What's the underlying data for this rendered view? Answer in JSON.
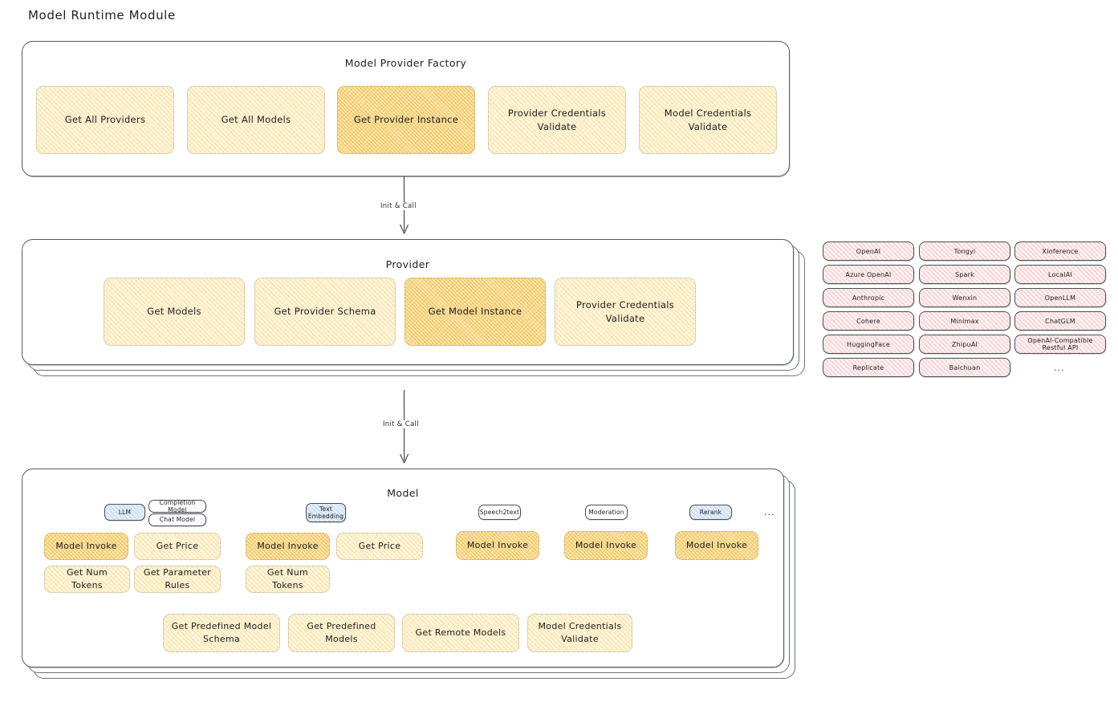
{
  "page": {
    "title": "Model Runtime Module"
  },
  "factory": {
    "title": "Model Provider Factory",
    "items": [
      {
        "label": "Get All Providers",
        "highlight": false
      },
      {
        "label": "Get All Models",
        "highlight": false
      },
      {
        "label": "Get Provider Instance",
        "highlight": true
      },
      {
        "label": "Provider Credentials Validate",
        "highlight": false
      },
      {
        "label": "Model Credentials Validate",
        "highlight": false
      }
    ]
  },
  "arrow1": {
    "label": "Init & Call"
  },
  "provider": {
    "title": "Provider",
    "items": [
      {
        "label": "Get Models",
        "highlight": false
      },
      {
        "label": "Get Provider Schema",
        "highlight": false
      },
      {
        "label": "Get Model Instance",
        "highlight": true
      },
      {
        "label": "Provider Credentials Validate",
        "highlight": false
      }
    ]
  },
  "arrow2": {
    "label": "Init & Call"
  },
  "provider_list": {
    "columns": [
      [
        "OpenAI",
        "Azure OpenAI",
        "Anthropic",
        "Cohere",
        "HuggingFace",
        "Replicate"
      ],
      [
        "Tongyi",
        "Spark",
        "Wenxin",
        "Minimax",
        "ZhipuAI",
        "Baichuan"
      ],
      [
        "Xinference",
        "LocalAI",
        "OpenLLM",
        "ChatGLM",
        "OpenAI-Compatible Restful API"
      ]
    ],
    "more": "..."
  },
  "model": {
    "title": "Model",
    "more": "...",
    "types": [
      {
        "badge": "LLM",
        "badge_style": "blue",
        "sub_badges": [
          "Completion Model",
          "Chat Model"
        ],
        "methods": [
          {
            "label": "Model Invoke",
            "highlight": true
          },
          {
            "label": "Get Price",
            "highlight": false
          },
          {
            "label": "Get Num Tokens",
            "highlight": false
          },
          {
            "label": "Get Parameter Rules",
            "highlight": false
          }
        ]
      },
      {
        "badge": "Text Embedding",
        "badge_style": "blue",
        "sub_badges": [],
        "methods": [
          {
            "label": "Model Invoke",
            "highlight": true
          },
          {
            "label": "Get Price",
            "highlight": false
          },
          {
            "label": "Get Num Tokens",
            "highlight": false
          }
        ]
      },
      {
        "badge": "Speech2text",
        "badge_style": "white",
        "sub_badges": [],
        "methods": [
          {
            "label": "Model Invoke",
            "highlight": true
          }
        ]
      },
      {
        "badge": "Moderation",
        "badge_style": "white",
        "sub_badges": [],
        "methods": [
          {
            "label": "Model Invoke",
            "highlight": true
          }
        ]
      },
      {
        "badge": "Rerank",
        "badge_style": "blue",
        "sub_badges": [],
        "methods": [
          {
            "label": "Model Invoke",
            "highlight": true
          }
        ]
      }
    ],
    "common_methods": [
      {
        "label": "Get Predefined Model Schema",
        "highlight": false
      },
      {
        "label": "Get Predefined Models",
        "highlight": false
      },
      {
        "label": "Get Remote Models",
        "highlight": false
      },
      {
        "label": "Model Credentials Validate",
        "highlight": false
      }
    ]
  }
}
